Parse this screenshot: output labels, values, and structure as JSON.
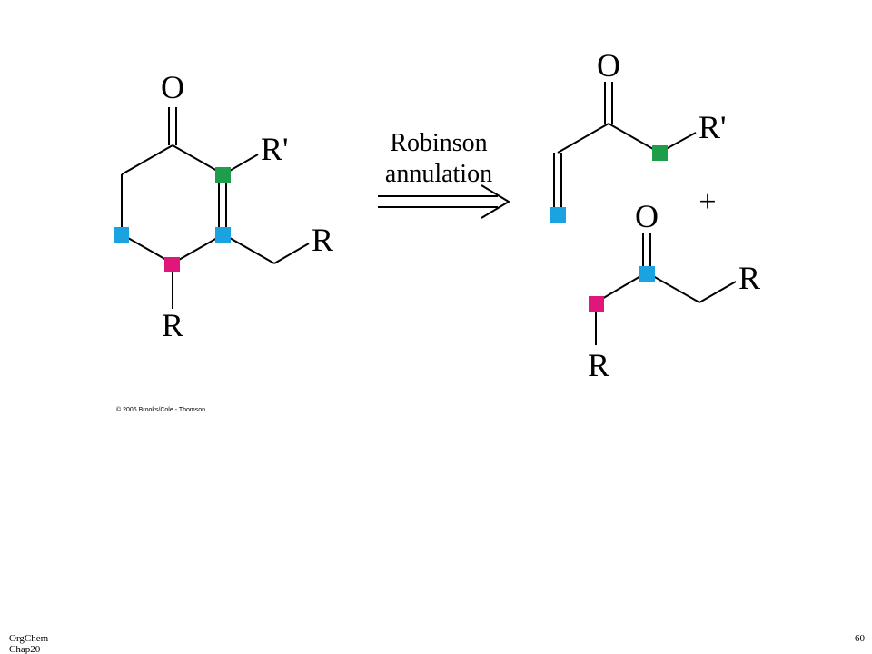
{
  "product": {
    "atoms": {
      "oxygen": "O",
      "r_prime": "R'",
      "r_side": "R",
      "r_bottom": "R"
    }
  },
  "arrow": {
    "line1": "Robinson",
    "line2": "annulation"
  },
  "precursor_enone": {
    "atoms": {
      "oxygen": "O",
      "r_prime": "R'"
    }
  },
  "plus_sign": "+",
  "precursor_ketone": {
    "atoms": {
      "oxygen": "O",
      "r_side": "R",
      "r_bottom": "R"
    }
  },
  "copyright": "© 2006 Brooks/Cole - Thomson",
  "footer": {
    "left": "OrgChem-Chap20",
    "page_number": "60"
  },
  "colors": {
    "green_marker": "#1e9e4a",
    "blue_marker": "#1aa3e0",
    "magenta_marker": "#e0177a"
  }
}
